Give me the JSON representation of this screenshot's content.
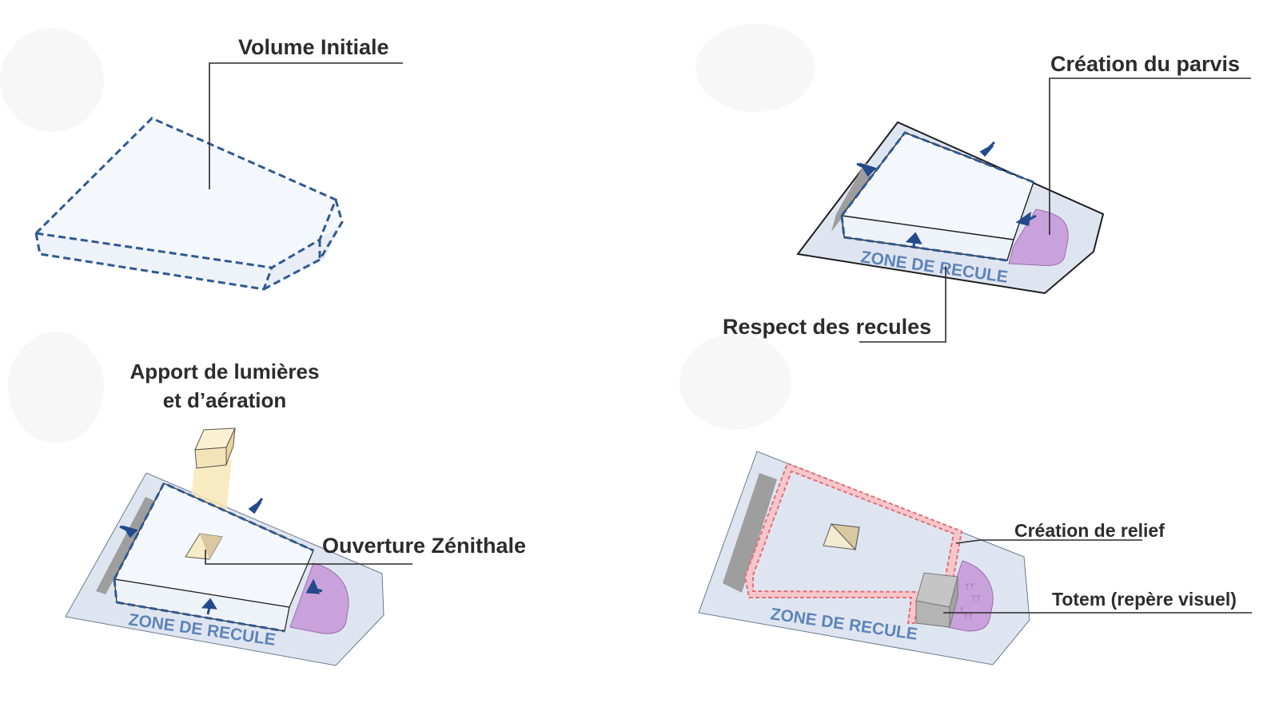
{
  "panels": {
    "volume": {
      "title": "Volume Initiale"
    },
    "parvis": {
      "creation_label": "Création du parvis",
      "respect_label": "Respect des recules",
      "zone_label": "ZONE DE RECULE"
    },
    "zenithal": {
      "light_label_line1": "Apport de lumières",
      "light_label_line2": "et d’aération",
      "opening_label": "Ouverture Zénithale",
      "zone_label": "ZONE DE RECULE"
    },
    "relief": {
      "relief_label": "Création de relief",
      "totem_label": "Totem (repère visuel)",
      "zone_label": "ZONE DE RECULE"
    }
  },
  "colors": {
    "site_fill": "#dfe5f0",
    "volume_fill": "#f4f7fc",
    "outline_dash": "#2f5a92",
    "arrow": "#234a8c",
    "parvis": "#c9a2dc",
    "light_beam": "#f7e7b6",
    "relief_outline": "#e26f76",
    "relief_fill": "#f7c6ca",
    "totem": "#c5c5c5",
    "zone_text": "#5d84b8",
    "label_text": "#2c2c2c"
  }
}
